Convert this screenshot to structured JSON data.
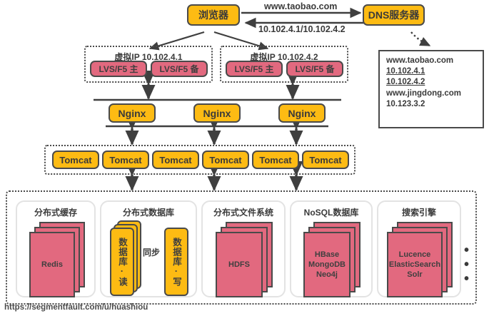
{
  "diagram": {
    "title": "Large-scale website architecture",
    "colors": {
      "yellow": "#fdbb13",
      "pink": "#e2697f",
      "outline": "#4a4a4a",
      "background": "#ffffff"
    }
  },
  "client": {
    "browser_label": "浏览器",
    "dns_server_label": "DNS服务器",
    "request_label": "www.taobao.com",
    "response_label": "10.102.4.1/10.102.4.2"
  },
  "dns_records": {
    "lines": [
      {
        "text": "www.taobao.com",
        "underline": false
      },
      {
        "text": "10.102.4.1",
        "underline": true
      },
      {
        "text": "10.102.4.2",
        "underline": true
      },
      {
        "text": "www.jingdong.com",
        "underline": false
      },
      {
        "text": "10.123.3.2",
        "underline": false
      }
    ]
  },
  "load_balancer": {
    "groups": [
      {
        "title": "虚拟IP 10.102.4.1",
        "nodes": [
          {
            "label": "LVS/F5 主"
          },
          {
            "label": "LVS/F5 备"
          }
        ]
      },
      {
        "title": "虚拟IP 10.102.4.2",
        "nodes": [
          {
            "label": "LVS/F5 主"
          },
          {
            "label": "LVS/F5 备"
          }
        ]
      }
    ]
  },
  "reverse_proxy": {
    "nodes": [
      {
        "label": "Nginx"
      },
      {
        "label": "Nginx"
      },
      {
        "label": "Nginx"
      }
    ]
  },
  "app_servers": {
    "nodes": [
      {
        "label": "Tomcat"
      },
      {
        "label": "Tomcat"
      },
      {
        "label": "Tomcat"
      },
      {
        "label": "Tomcat"
      },
      {
        "label": "Tomcat"
      },
      {
        "label": "Tomcat"
      }
    ]
  },
  "storage": {
    "ellipsis": "• • •",
    "panels": [
      {
        "title": "分布式缓存",
        "kind": "stack",
        "card_color": "pink",
        "items": [
          {
            "label": "Redis"
          }
        ]
      },
      {
        "title": "分布式数据库",
        "kind": "replication",
        "sync_label": "同步",
        "items": [
          {
            "label": "数据库·读",
            "color": "yellow",
            "stacked": true
          },
          {
            "label": "数据库·写",
            "color": "yellow",
            "stacked": false
          }
        ]
      },
      {
        "title": "分布式文件系统",
        "kind": "stack",
        "card_color": "pink",
        "items": [
          {
            "label": "HDFS"
          }
        ]
      },
      {
        "title": "NoSQL数据库",
        "kind": "stack",
        "card_color": "pink",
        "items": [
          {
            "label": "HBase\nMongoDB\nNeo4j"
          }
        ]
      },
      {
        "title": "搜索引擎",
        "kind": "stack",
        "card_color": "pink",
        "items": [
          {
            "label": "Lucence\nElasticSearch\nSolr"
          }
        ]
      }
    ]
  },
  "footer": {
    "watermark": "https://segmentfault.com/u/huashiou"
  }
}
